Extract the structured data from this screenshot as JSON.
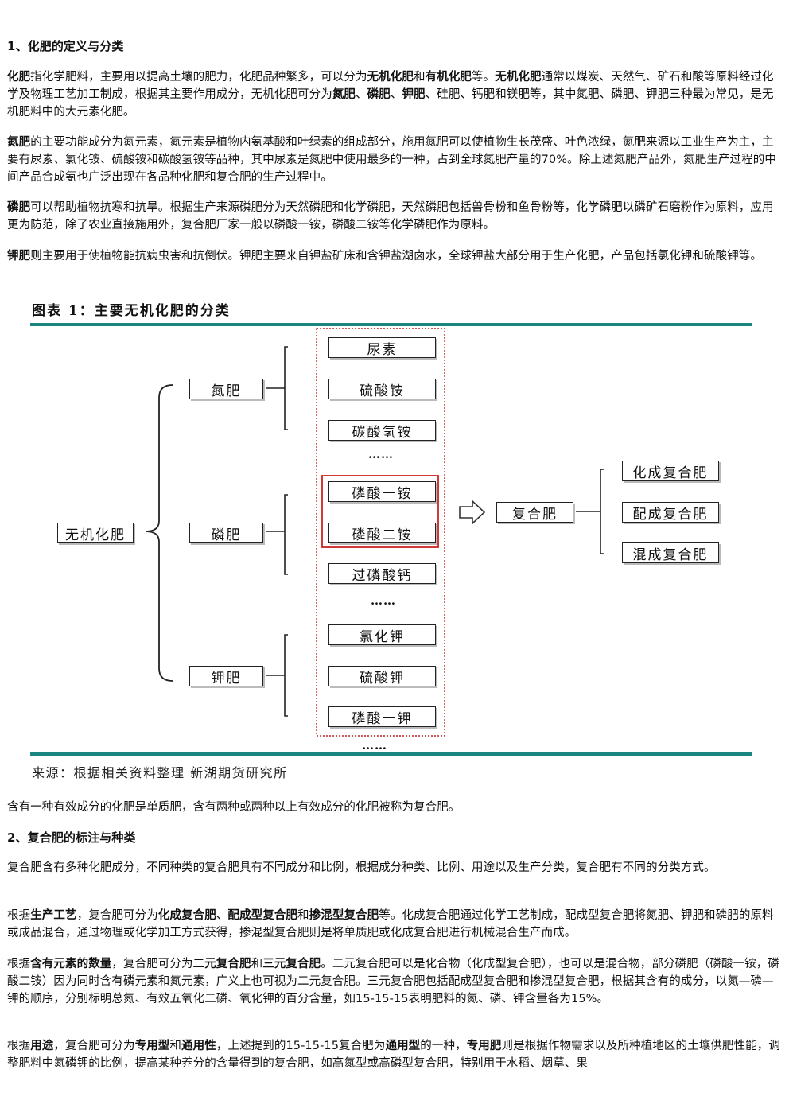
{
  "section1": {
    "heading": "1、化肥的定义与分类",
    "p1": [
      {
        "t": "化肥",
        "b": true
      },
      {
        "t": "指化学肥料，主要用以提高土壤的肥力，化肥品种繁多，可以分为"
      },
      {
        "t": "无机化肥",
        "b": true
      },
      {
        "t": "和"
      },
      {
        "t": "有机化肥",
        "b": true
      },
      {
        "t": "等。"
      },
      {
        "t": "无机化肥",
        "b": true
      },
      {
        "t": "通常以煤炭、天然气、矿石和酸等原料经过化学及物理工艺加工制成，根据其主要作用成分，无机化肥可分为"
      },
      {
        "t": "氮肥",
        "b": true
      },
      {
        "t": "、"
      },
      {
        "t": "磷肥",
        "b": true
      },
      {
        "t": "、"
      },
      {
        "t": "钾肥",
        "b": true
      },
      {
        "t": "、硅肥、钙肥和镁肥等，其中氮肥、磷肥、钾肥三种最为常见，是无机肥料中的大元素化肥。"
      }
    ],
    "p2": [
      {
        "t": "氮肥",
        "b": true
      },
      {
        "t": "的主要功能成分为氮元素，氮元素是植物内氨基酸和叶绿素的组成部分，施用氮肥可以使植物生长茂盛、叶色浓绿，氮肥来源以工业生产为主，主要有尿素、氯化铵、硫酸铵和碳酸氢铵等品种，其中尿素是氮肥中使用最多的一种，占到全球氮肥产量的70%。除上述氮肥产品外，氮肥生产过程的中间产品合成氨也广泛出现在各品种化肥和复合肥的生产过程中。"
      }
    ],
    "p3": [
      {
        "t": "磷肥",
        "b": true
      },
      {
        "t": "可以帮助植物抗寒和抗旱。根据生产来源磷肥分为天然磷肥和化学磷肥，天然磷肥包括兽骨粉和鱼骨粉等，化学磷肥以磷矿石磨粉作为原料，应用更为防范，除了农业直接施用外，复合肥厂家一般以磷酸一铵，磷酸二铵等化学磷肥作为原料。"
      }
    ],
    "p4": [
      {
        "t": "钾肥",
        "b": true
      },
      {
        "t": "则主要用于使植物能抗病虫害和抗倒伏。钾肥主要来自钾盐矿床和含钾盐湖卤水，全球钾盐大部分用于生产化肥，产品包括氯化钾和硫酸钾等。"
      }
    ]
  },
  "figure": {
    "title": "图表 1：主要无机化肥的分类",
    "root": "无机化肥",
    "nitrogen": "氮肥",
    "phosphorus": "磷肥",
    "potassium": "钾肥",
    "items": [
      "尿素",
      "硫酸铵",
      "碳酸氢铵",
      "磷酸一铵",
      "磷酸二铵",
      "过磷酸钙",
      "氯化钾",
      "硫酸钾",
      "磷酸一钾"
    ],
    "ellipsis": "……",
    "compound": "复合肥",
    "compound_types": [
      "化成复合肥",
      "配成复合肥",
      "混成复合肥"
    ],
    "source": "来源：根据相关资料整理 新湖期货研究所",
    "colors": {
      "rule": "#1a8581",
      "highlight": "#cc2222"
    }
  },
  "after_figure": "含有一种有效成分的化肥是单质肥，含有两种或两种以上有效成分的化肥被称为复合肥。",
  "section2": {
    "heading": "2、复合肥的标注与种类",
    "p1": [
      {
        "t": "复合肥含有多种化肥成分，不同种类的复合肥具有不同成分和比例，根据成分种类、比例、用途以及生产分类，复合肥有不同的分类方式。"
      }
    ],
    "p2": [
      {
        "t": "根据"
      },
      {
        "t": "生产工艺",
        "b": true
      },
      {
        "t": "，复合肥可分为"
      },
      {
        "t": "化成复合肥",
        "b": true
      },
      {
        "t": "、"
      },
      {
        "t": "配成型复合肥",
        "b": true
      },
      {
        "t": "和"
      },
      {
        "t": "掺混型复合肥",
        "b": true
      },
      {
        "t": "等。化成复合肥通过化学工艺制成，配成型复合肥将氮肥、钾肥和磷肥的原料或成品混合，通过物理或化学加工方式获得，掺混型复合肥则是将单质肥或化成复合肥进行机械混合生产而成。"
      }
    ],
    "p3": [
      {
        "t": "根据"
      },
      {
        "t": "含有元素的数量",
        "b": true
      },
      {
        "t": "，复合肥可分为"
      },
      {
        "t": "二元复合肥",
        "b": true
      },
      {
        "t": "和"
      },
      {
        "t": "三元复合肥",
        "b": true
      },
      {
        "t": "。二元复合肥可以是化合物（化成型复合肥），也可以是混合物，部分磷肥（磷酸一铵，磷酸二铵）因为同时含有磷元素和氮元素，广义上也可视为二元复合肥。三元复合肥包括配成型复合肥和掺混型复合肥，根据其含有的成分，以氮—磷—钾的顺序，分别标明总氮、有效五氧化二磷、氧化钾的百分含量，如15-15-15表明肥料的氮、磷、钾含量各为15%。"
      }
    ],
    "p4": [
      {
        "t": "根据"
      },
      {
        "t": "用途",
        "b": true
      },
      {
        "t": "，复合肥可分为"
      },
      {
        "t": "专用型",
        "b": true
      },
      {
        "t": "和"
      },
      {
        "t": "通用性",
        "b": true
      },
      {
        "t": "，上述提到的15-15-15复合肥为"
      },
      {
        "t": "通用型",
        "b": true
      },
      {
        "t": "的一种，"
      },
      {
        "t": "专用肥",
        "b": true
      },
      {
        "t": "则是根据作物需求以及所种植地区的土壤供肥性能，调整肥料中氮磷钾的比例，提高某种养分的含量得到的复合肥，如高氮型或高磷型复合肥，特别用于水稻、烟草、果"
      }
    ]
  }
}
